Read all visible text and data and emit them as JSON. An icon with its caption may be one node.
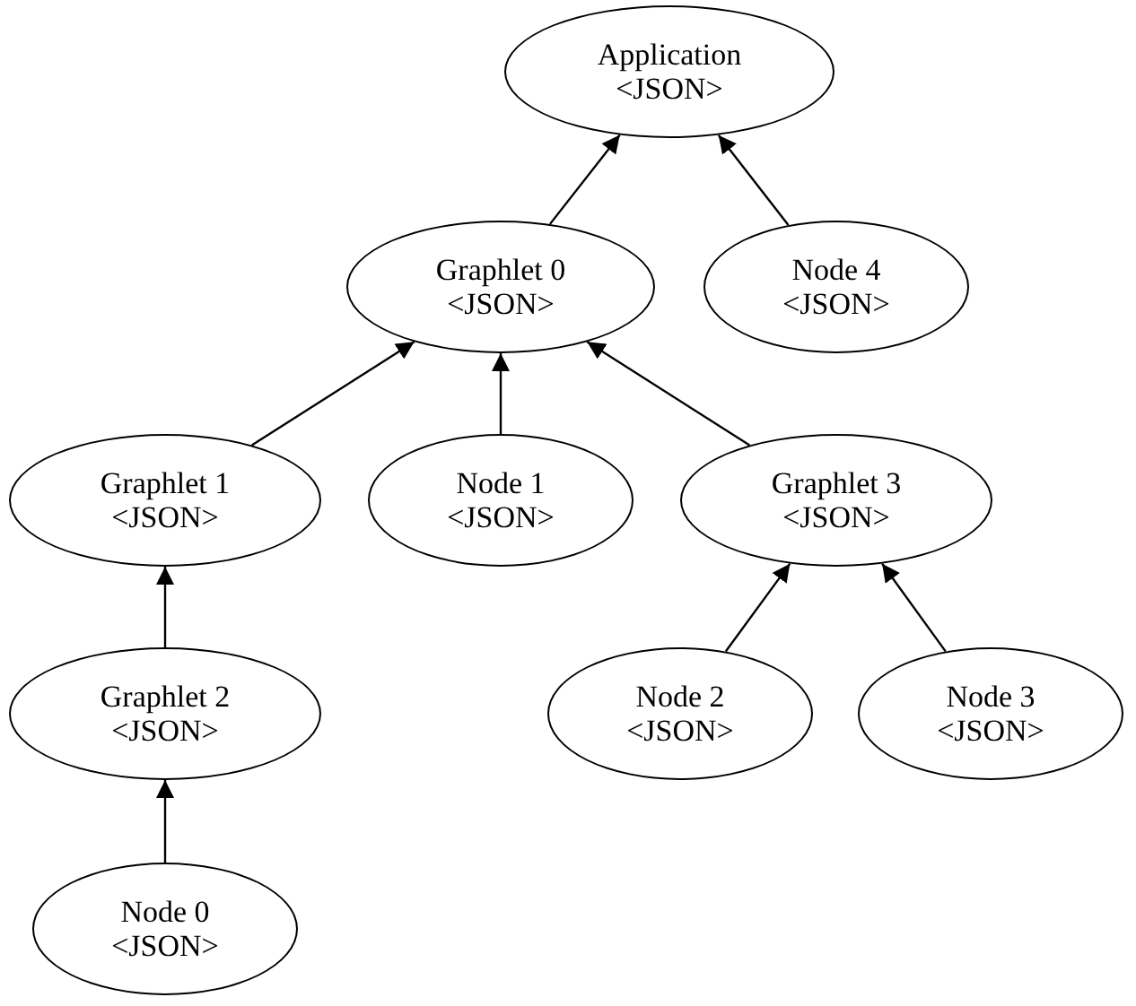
{
  "diagram": {
    "nodes": [
      {
        "text": [
          "Application",
          "<JSON>"
        ]
      },
      {
        "text": [
          "Graphlet 0",
          "<JSON>"
        ]
      },
      {
        "text": [
          "Node 4",
          "<JSON>"
        ]
      },
      {
        "text": [
          "Graphlet 1",
          "<JSON>"
        ]
      },
      {
        "text": [
          "Node 1",
          "<JSON>"
        ]
      },
      {
        "text": [
          "Graphlet 3",
          "<JSON>"
        ]
      },
      {
        "text": [
          "Graphlet 2",
          "<JSON>"
        ]
      },
      {
        "text": [
          "Node 2",
          "<JSON>"
        ]
      },
      {
        "text": [
          "Node 3",
          "<JSON>"
        ]
      },
      {
        "text": [
          "Node 0",
          "<JSON>"
        ]
      }
    ],
    "edges": [
      {
        "from": 1,
        "to": 0,
        "arrow": "to"
      },
      {
        "from": 2,
        "to": 0,
        "arrow": "to"
      },
      {
        "from": 3,
        "to": 1,
        "arrow": "to"
      },
      {
        "from": 4,
        "to": 1,
        "arrow": "to"
      },
      {
        "from": 5,
        "to": 1,
        "arrow": "to"
      },
      {
        "from": 6,
        "to": 3,
        "arrow": "to"
      },
      {
        "from": 7,
        "to": 5,
        "arrow": "to"
      },
      {
        "from": 8,
        "to": 5,
        "arrow": "to"
      },
      {
        "from": 9,
        "to": 6,
        "arrow": "to"
      }
    ]
  }
}
